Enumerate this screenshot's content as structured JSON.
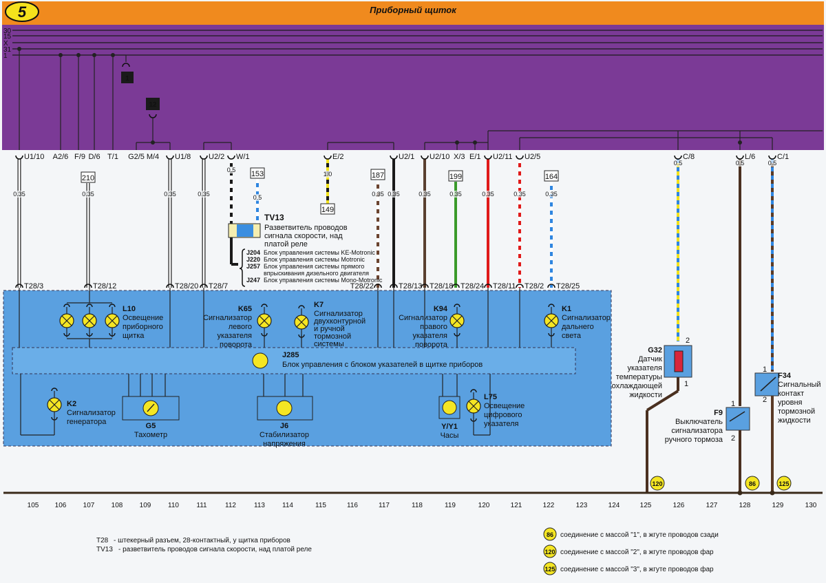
{
  "header": {
    "sheet_number": "5",
    "title": "Приборный щиток",
    "header_color": "#f08a1e",
    "bus_area_color": "#7b3a96",
    "panel_color": "#5aa0e0"
  },
  "bus_lines": [
    "30",
    "15",
    "X",
    "31",
    "1"
  ],
  "markers": [
    "1",
    "12"
  ],
  "top_connectors": [
    "U1/10",
    "A2/6",
    "F/9",
    "D/6",
    "T/1",
    "G2/5",
    "M/4",
    "U1/8",
    "U2/2",
    "W/1",
    "E/2",
    "U2/1",
    "U2/10",
    "X/3",
    "E/1",
    "U2/11",
    "U2/5",
    "C/8",
    "L/6",
    "C/1"
  ],
  "wires": [
    {
      "gauge": "0.35",
      "color": "#ffffff",
      "stripe": "",
      "to": "T28/3",
      "ref": ""
    },
    {
      "gauge": "0.35",
      "color": "#ffffff",
      "stripe": "",
      "to": "T28/12",
      "ref": "210"
    },
    {
      "gauge": "0.35",
      "color": "#ffffff",
      "stripe": "",
      "to": "T28/20",
      "ref": ""
    },
    {
      "gauge": "0.35",
      "color": "#ffffff",
      "stripe": "",
      "to": "T28/7",
      "ref": ""
    },
    {
      "gauge": "0.5",
      "color": "#1a1a1a",
      "stripe": "#ffffff",
      "to": "",
      "ref": ""
    },
    {
      "gauge": "0.5",
      "color": "#2f86e0",
      "stripe": "#ffffff",
      "to": "",
      "ref": "153"
    },
    {
      "gauge": "1.0",
      "color": "#1a1a1a",
      "stripe": "#f2e21c",
      "to": "",
      "ref": "149"
    },
    {
      "gauge": "0.35",
      "color": "#6b4430",
      "stripe": "#ffffff",
      "to": "T28/22",
      "ref": "187"
    },
    {
      "gauge": "0.35",
      "color": "#1a1a1a",
      "stripe": "",
      "to": "T28/13",
      "ref": ""
    },
    {
      "gauge": "0.35",
      "color": "#5a4030",
      "stripe": "",
      "to": "T28/18",
      "ref": ""
    },
    {
      "gauge": "0.35",
      "color": "#3a9a2a",
      "stripe": "",
      "to": "T28/24",
      "ref": "199"
    },
    {
      "gauge": "0.35",
      "color": "#e01a1a",
      "stripe": "",
      "to": "T28/11",
      "ref": ""
    },
    {
      "gauge": "0.35",
      "color": "#e01a1a",
      "stripe": "#ffffff",
      "to": "T28/2",
      "ref": ""
    },
    {
      "gauge": "0.35",
      "color": "#2f86e0",
      "stripe": "#ffffff",
      "to": "T28/25",
      "ref": "164"
    },
    {
      "gauge": "0.5",
      "color": "#f2e21c",
      "stripe": "#2f86e0",
      "to": "",
      "ref": ""
    },
    {
      "gauge": "0.5",
      "color": "#4a3020",
      "stripe": "",
      "to": "",
      "ref": ""
    },
    {
      "gauge": "0.5",
      "color": "#5a3a25",
      "stripe": "#2f86e0",
      "to": "",
      "ref": ""
    }
  ],
  "tv13": {
    "code": "TV13",
    "lines": [
      "Разветвитель проводов",
      "сигнала скорости, над",
      "платой реле"
    ]
  },
  "ecu_list": [
    {
      "code": "J204",
      "text": "Блок управления системы KE-Motronic"
    },
    {
      "code": "J220",
      "text": "Блок управления системы Motronic"
    },
    {
      "code": "J257",
      "text": "Блок управления системы прямого"
    },
    {
      "code": "",
      "text": "впрыскивания дизельного двигателя"
    },
    {
      "code": "J247",
      "text": "Блок управления системы Mono-Motronic"
    }
  ],
  "components": {
    "L10": {
      "code": "L10",
      "lines": [
        "Освещение",
        "приборного",
        "щитка"
      ]
    },
    "K65": {
      "code": "K65",
      "lines": [
        "Сигнализатор",
        "левого",
        "указателя",
        "поворота"
      ]
    },
    "K7": {
      "code": "K7",
      "lines": [
        "Сигнализатор",
        "двухконтурной",
        "и ручной",
        "тормозной",
        "системы"
      ]
    },
    "K94": {
      "code": "K94",
      "lines": [
        "Сигнализатор",
        "правого",
        "указателя",
        "поворота"
      ]
    },
    "K1": {
      "code": "K1",
      "lines": [
        "Сигнализатор",
        "дальнего",
        "света"
      ]
    },
    "J285": {
      "code": "J285",
      "lines": [
        "Блок управления с блоком указателей в щитке приборов"
      ]
    },
    "K2": {
      "code": "K2",
      "lines": [
        "Сигнализатор",
        "генератора"
      ]
    },
    "G5": {
      "code": "G5",
      "lines": [
        "Тахометр"
      ]
    },
    "J6": {
      "code": "J6",
      "lines": [
        "Стабилизатор",
        "напряжения"
      ]
    },
    "Y": {
      "code": "Y/Y1",
      "lines": [
        "Часы"
      ]
    },
    "L75": {
      "code": "L75",
      "lines": [
        "Освещение",
        "цифрового",
        "указателя"
      ]
    },
    "G32": {
      "code": "G32",
      "lines": [
        "Датчик",
        "указателя",
        "температуры",
        "охлаждающей",
        "жидкости"
      ]
    },
    "F9": {
      "code": "F9",
      "lines": [
        "Выключатель",
        "сигнализатора",
        "ручного тормоза"
      ]
    },
    "F34": {
      "code": "F34",
      "lines": [
        "Сигнальный",
        "контакт",
        "уровня",
        "тормозной",
        "жидкости"
      ]
    }
  },
  "pins": {
    "one": "1",
    "two": "2"
  },
  "grounds": [
    "120",
    "86",
    "125"
  ],
  "columns": [
    "105",
    "106",
    "107",
    "108",
    "109",
    "110",
    "111",
    "112",
    "113",
    "114",
    "115",
    "116",
    "117",
    "118",
    "119",
    "120",
    "121",
    "122",
    "123",
    "124",
    "125",
    "126",
    "127",
    "128",
    "129",
    "130"
  ],
  "legend_left": [
    {
      "code": "T28",
      "text": "- штекерный разъем, 28-контактный, у щитка приборов"
    },
    {
      "code": "TV13",
      "text": "- разветвитель проводов сигнала скорости, над платой реле"
    }
  ],
  "legend_right": [
    {
      "badge": "86",
      "text": "соединение с массой \"1\", в жгуте проводов сзади"
    },
    {
      "badge": "120",
      "text": "соединение с массой \"2\", в жгуте проводов фар"
    },
    {
      "badge": "125",
      "text": "соединение с массой \"3\", в жгуте проводов фар"
    }
  ]
}
